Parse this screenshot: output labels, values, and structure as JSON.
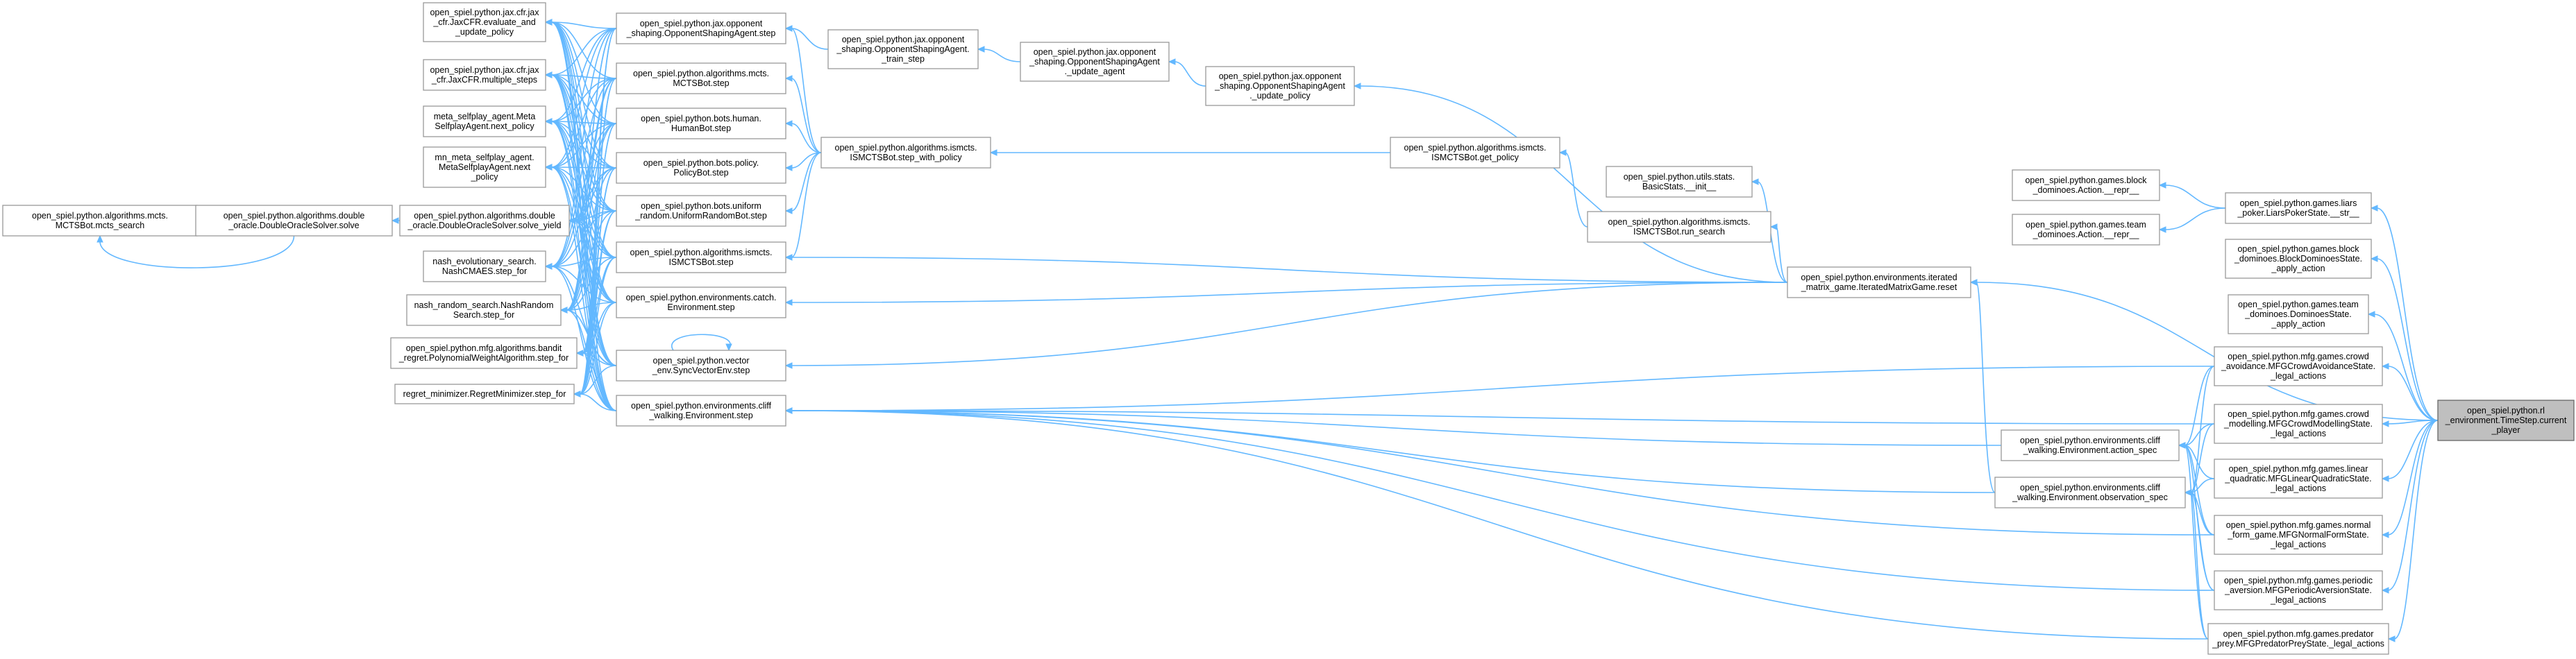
{
  "nodes": [
    {
      "id": "mcts_search",
      "lines": [
        "open_spiel.python.algorithms.mcts.",
        "MCTSBot.mcts_search"
      ]
    },
    {
      "id": "do_solve",
      "lines": [
        "open_spiel.python.algorithms.double",
        "_oracle.DoubleOracleSolver.solve"
      ]
    },
    {
      "id": "cfr_eval",
      "lines": [
        "open_spiel.python.jax.cfr.jax",
        "_cfr.JaxCFR.evaluate_and",
        "_update_policy"
      ]
    },
    {
      "id": "cfr_multi",
      "lines": [
        "open_spiel.python.jax.cfr.jax",
        "_cfr.JaxCFR.multiple_steps"
      ]
    },
    {
      "id": "meta_next",
      "lines": [
        "meta_selfplay_agent.Meta",
        "SelfplayAgent.next_policy"
      ]
    },
    {
      "id": "mn_meta_next",
      "lines": [
        "mn_meta_selfplay_agent.",
        "MetaSelfplayAgent.next",
        "_policy"
      ]
    },
    {
      "id": "do_solve_yield",
      "lines": [
        "open_spiel.python.algorithms.double",
        "_oracle.DoubleOracleSolver.solve_yield"
      ]
    },
    {
      "id": "nash_evo",
      "lines": [
        "nash_evolutionary_search.",
        "NashCMAES.step_for"
      ]
    },
    {
      "id": "nash_random",
      "lines": [
        "nash_random_search.NashRandom",
        "Search.step_for"
      ]
    },
    {
      "id": "bandit",
      "lines": [
        "open_spiel.python.mfg.algorithms.bandit",
        "_regret.PolynomialWeightAlgorithm.step_for"
      ]
    },
    {
      "id": "regret_min",
      "lines": [
        "regret_minimizer.RegretMinimizer.step_for"
      ]
    },
    {
      "id": "osa_step",
      "lines": [
        "open_spiel.python.jax.opponent",
        "_shaping.OpponentShapingAgent.step"
      ]
    },
    {
      "id": "mcts_step",
      "lines": [
        "open_spiel.python.algorithms.mcts.",
        "MCTSBot.step"
      ]
    },
    {
      "id": "human_step",
      "lines": [
        "open_spiel.python.bots.human.",
        "HumanBot.step"
      ]
    },
    {
      "id": "policy_step",
      "lines": [
        "open_spiel.python.bots.policy.",
        "PolicyBot.step"
      ]
    },
    {
      "id": "uniform_step",
      "lines": [
        "open_spiel.python.bots.uniform",
        "_random.UniformRandomBot.step"
      ]
    },
    {
      "id": "ismcts_step",
      "lines": [
        "open_spiel.python.algorithms.ismcts.",
        "ISMCTSBot.step"
      ]
    },
    {
      "id": "catch_step",
      "lines": [
        "open_spiel.python.environments.catch.",
        "Environment.step"
      ]
    },
    {
      "id": "vector_step",
      "lines": [
        "open_spiel.python.vector",
        "_env.SyncVectorEnv.step"
      ]
    },
    {
      "id": "cliff_step",
      "lines": [
        "open_spiel.python.environments.cliff",
        "_walking.Environment.step"
      ]
    },
    {
      "id": "osa_train",
      "lines": [
        "open_spiel.python.jax.opponent",
        "_shaping.OpponentShapingAgent.",
        "_train_step"
      ]
    },
    {
      "id": "osa_update_agent",
      "lines": [
        "open_spiel.python.jax.opponent",
        "_shaping.OpponentShapingAgent",
        "._update_agent"
      ]
    },
    {
      "id": "osa_update_policy",
      "lines": [
        "open_spiel.python.jax.opponent",
        "_shaping.OpponentShapingAgent",
        "._update_policy"
      ]
    },
    {
      "id": "ismcts_swp",
      "lines": [
        "open_spiel.python.algorithms.ismcts.",
        "ISMCTSBot.step_with_policy"
      ]
    },
    {
      "id": "ismcts_getpolicy",
      "lines": [
        "open_spiel.python.algorithms.ismcts.",
        "ISMCTSBot.get_policy"
      ]
    },
    {
      "id": "stats_init",
      "lines": [
        "open_spiel.python.utils.stats.",
        "BasicStats.__init__"
      ]
    },
    {
      "id": "ismcts_run",
      "lines": [
        "open_spiel.python.algorithms.ismcts.",
        "ISMCTSBot.run_search"
      ]
    },
    {
      "id": "iterated_reset",
      "lines": [
        "open_spiel.python.environments.iterated",
        "_matrix_game.IteratedMatrixGame.reset"
      ]
    },
    {
      "id": "cliff_action_spec",
      "lines": [
        "open_spiel.python.environments.cliff",
        "_walking.Environment.action_spec"
      ]
    },
    {
      "id": "cliff_obs_spec",
      "lines": [
        "open_spiel.python.environments.cliff",
        "_walking.Environment.observation_spec"
      ]
    },
    {
      "id": "block_repr",
      "lines": [
        "open_spiel.python.games.block",
        "_dominoes.Action.__repr__"
      ]
    },
    {
      "id": "team_repr",
      "lines": [
        "open_spiel.python.games.team",
        "_dominoes.Action.__repr__"
      ]
    },
    {
      "id": "liars_str",
      "lines": [
        "open_spiel.python.games.liars",
        "_poker.LiarsPokerState.__str__"
      ]
    },
    {
      "id": "block_apply",
      "lines": [
        "open_spiel.python.games.block",
        "_dominoes.BlockDominoesState.",
        "_apply_action"
      ]
    },
    {
      "id": "team_apply",
      "lines": [
        "open_spiel.python.games.team",
        "_dominoes.DominoesState.",
        "_apply_action"
      ]
    },
    {
      "id": "crowd_avoid",
      "lines": [
        "open_spiel.python.mfg.games.crowd",
        "_avoidance.MFGCrowdAvoidanceState.",
        "_legal_actions"
      ]
    },
    {
      "id": "crowd_model",
      "lines": [
        "open_spiel.python.mfg.games.crowd",
        "_modelling.MFGCrowdModellingState.",
        "_legal_actions"
      ]
    },
    {
      "id": "linear_quad",
      "lines": [
        "open_spiel.python.mfg.games.linear",
        "_quadratic.MFGLinearQuadraticState.",
        "_legal_actions"
      ]
    },
    {
      "id": "normal_form",
      "lines": [
        "open_spiel.python.mfg.games.normal",
        "_form_game.MFGNormalFormState.",
        "_legal_actions"
      ]
    },
    {
      "id": "periodic",
      "lines": [
        "open_spiel.python.mfg.games.periodic",
        "_aversion.MFGPeriodicAversionState.",
        "_legal_actions"
      ]
    },
    {
      "id": "predator",
      "lines": [
        "open_spiel.python.mfg.games.predator",
        "_prey.MFGPredatorPreyState._legal_actions"
      ]
    },
    {
      "id": "current_player",
      "lines": [
        "open_spiel.python.rl",
        "_environment.TimeStep.current",
        "_player"
      ]
    }
  ],
  "edges": [
    [
      "do_solve",
      "mcts_search"
    ],
    [
      "do_solve_yield",
      "do_solve"
    ],
    [
      "osa_step",
      "cfr_eval"
    ],
    [
      "osa_step",
      "cfr_multi"
    ],
    [
      "osa_step",
      "meta_next"
    ],
    [
      "osa_step",
      "mn_meta_next"
    ],
    [
      "osa_step",
      "do_solve_yield"
    ],
    [
      "osa_step",
      "nash_evo"
    ],
    [
      "osa_step",
      "nash_random"
    ],
    [
      "osa_step",
      "bandit"
    ],
    [
      "osa_step",
      "regret_min"
    ],
    [
      "mcts_step",
      "cfr_eval"
    ],
    [
      "mcts_step",
      "cfr_multi"
    ],
    [
      "mcts_step",
      "meta_next"
    ],
    [
      "mcts_step",
      "mn_meta_next"
    ],
    [
      "mcts_step",
      "do_solve_yield"
    ],
    [
      "mcts_step",
      "nash_evo"
    ],
    [
      "mcts_step",
      "nash_random"
    ],
    [
      "mcts_step",
      "bandit"
    ],
    [
      "mcts_step",
      "regret_min"
    ],
    [
      "human_step",
      "cfr_eval"
    ],
    [
      "human_step",
      "cfr_multi"
    ],
    [
      "human_step",
      "meta_next"
    ],
    [
      "human_step",
      "mn_meta_next"
    ],
    [
      "human_step",
      "do_solve_yield"
    ],
    [
      "human_step",
      "nash_evo"
    ],
    [
      "human_step",
      "nash_random"
    ],
    [
      "human_step",
      "bandit"
    ],
    [
      "human_step",
      "regret_min"
    ],
    [
      "policy_step",
      "cfr_eval"
    ],
    [
      "policy_step",
      "cfr_multi"
    ],
    [
      "policy_step",
      "meta_next"
    ],
    [
      "policy_step",
      "mn_meta_next"
    ],
    [
      "policy_step",
      "do_solve_yield"
    ],
    [
      "policy_step",
      "nash_evo"
    ],
    [
      "policy_step",
      "nash_random"
    ],
    [
      "policy_step",
      "bandit"
    ],
    [
      "policy_step",
      "regret_min"
    ],
    [
      "uniform_step",
      "cfr_eval"
    ],
    [
      "uniform_step",
      "cfr_multi"
    ],
    [
      "uniform_step",
      "meta_next"
    ],
    [
      "uniform_step",
      "mn_meta_next"
    ],
    [
      "uniform_step",
      "do_solve_yield"
    ],
    [
      "uniform_step",
      "nash_evo"
    ],
    [
      "uniform_step",
      "nash_random"
    ],
    [
      "uniform_step",
      "bandit"
    ],
    [
      "uniform_step",
      "regret_min"
    ],
    [
      "ismcts_step",
      "cfr_eval"
    ],
    [
      "ismcts_step",
      "cfr_multi"
    ],
    [
      "ismcts_step",
      "meta_next"
    ],
    [
      "ismcts_step",
      "mn_meta_next"
    ],
    [
      "ismcts_step",
      "do_solve_yield"
    ],
    [
      "ismcts_step",
      "nash_evo"
    ],
    [
      "ismcts_step",
      "nash_random"
    ],
    [
      "ismcts_step",
      "bandit"
    ],
    [
      "ismcts_step",
      "regret_min"
    ],
    [
      "catch_step",
      "cfr_eval"
    ],
    [
      "catch_step",
      "cfr_multi"
    ],
    [
      "catch_step",
      "meta_next"
    ],
    [
      "catch_step",
      "mn_meta_next"
    ],
    [
      "catch_step",
      "do_solve_yield"
    ],
    [
      "catch_step",
      "nash_evo"
    ],
    [
      "catch_step",
      "nash_random"
    ],
    [
      "catch_step",
      "bandit"
    ],
    [
      "catch_step",
      "regret_min"
    ],
    [
      "vector_step",
      "cfr_eval"
    ],
    [
      "vector_step",
      "cfr_multi"
    ],
    [
      "vector_step",
      "meta_next"
    ],
    [
      "vector_step",
      "mn_meta_next"
    ],
    [
      "vector_step",
      "do_solve_yield"
    ],
    [
      "vector_step",
      "nash_evo"
    ],
    [
      "vector_step",
      "nash_random"
    ],
    [
      "vector_step",
      "bandit"
    ],
    [
      "vector_step",
      "regret_min"
    ],
    [
      "vector_step",
      "vector_step"
    ],
    [
      "cliff_step",
      "cfr_eval"
    ],
    [
      "cliff_step",
      "cfr_multi"
    ],
    [
      "cliff_step",
      "meta_next"
    ],
    [
      "cliff_step",
      "mn_meta_next"
    ],
    [
      "cliff_step",
      "do_solve_yield"
    ],
    [
      "cliff_step",
      "nash_evo"
    ],
    [
      "cliff_step",
      "nash_random"
    ],
    [
      "cliff_step",
      "bandit"
    ],
    [
      "cliff_step",
      "regret_min"
    ],
    [
      "osa_train",
      "osa_step"
    ],
    [
      "osa_update_agent",
      "osa_train"
    ],
    [
      "osa_update_policy",
      "osa_update_agent"
    ],
    [
      "ismcts_swp",
      "mcts_step"
    ],
    [
      "ismcts_swp",
      "human_step"
    ],
    [
      "ismcts_swp",
      "policy_step"
    ],
    [
      "ismcts_swp",
      "uniform_step"
    ],
    [
      "ismcts_swp",
      "ismcts_step"
    ],
    [
      "ismcts_swp",
      "osa_step"
    ],
    [
      "ismcts_getpolicy",
      "ismcts_swp"
    ],
    [
      "ismcts_run",
      "ismcts_getpolicy"
    ],
    [
      "iterated_reset",
      "osa_update_policy"
    ],
    [
      "iterated_reset",
      "ismcts_run"
    ],
    [
      "iterated_reset",
      "ismcts_step"
    ],
    [
      "iterated_reset",
      "catch_step"
    ],
    [
      "iterated_reset",
      "vector_step"
    ],
    [
      "iterated_reset",
      "stats_init"
    ],
    [
      "cliff_action_spec",
      "cliff_step"
    ],
    [
      "cliff_obs_spec",
      "cliff_step"
    ],
    [
      "cliff_obs_spec",
      "iterated_reset"
    ],
    [
      "liars_str",
      "block_repr"
    ],
    [
      "liars_str",
      "team_repr"
    ],
    [
      "crowd_avoid",
      "cliff_step"
    ],
    [
      "crowd_avoid",
      "cliff_action_spec"
    ],
    [
      "crowd_avoid",
      "cliff_obs_spec"
    ],
    [
      "crowd_model",
      "cliff_step"
    ],
    [
      "crowd_model",
      "cliff_action_spec"
    ],
    [
      "crowd_model",
      "cliff_obs_spec"
    ],
    [
      "linear_quad",
      "cliff_action_spec"
    ],
    [
      "linear_quad",
      "cliff_obs_spec"
    ],
    [
      "normal_form",
      "cliff_step"
    ],
    [
      "normal_form",
      "cliff_action_spec"
    ],
    [
      "normal_form",
      "cliff_obs_spec"
    ],
    [
      "periodic",
      "cliff_step"
    ],
    [
      "periodic",
      "cliff_action_spec"
    ],
    [
      "periodic",
      "cliff_obs_spec"
    ],
    [
      "predator",
      "cliff_step"
    ],
    [
      "predator",
      "cliff_action_spec"
    ],
    [
      "predator",
      "cliff_obs_spec"
    ],
    [
      "current_player",
      "liars_str"
    ],
    [
      "current_player",
      "block_apply"
    ],
    [
      "current_player",
      "team_apply"
    ],
    [
      "current_player",
      "crowd_avoid"
    ],
    [
      "current_player",
      "crowd_model"
    ],
    [
      "current_player",
      "linear_quad"
    ],
    [
      "current_player",
      "normal_form"
    ],
    [
      "current_player",
      "periodic"
    ],
    [
      "current_player",
      "predator"
    ],
    [
      "current_player",
      "iterated_reset"
    ]
  ],
  "colors": {
    "edge": "#63b8ff",
    "node_border": "#999999",
    "target_fill": "#bfbfbf",
    "target_border": "#666666"
  }
}
